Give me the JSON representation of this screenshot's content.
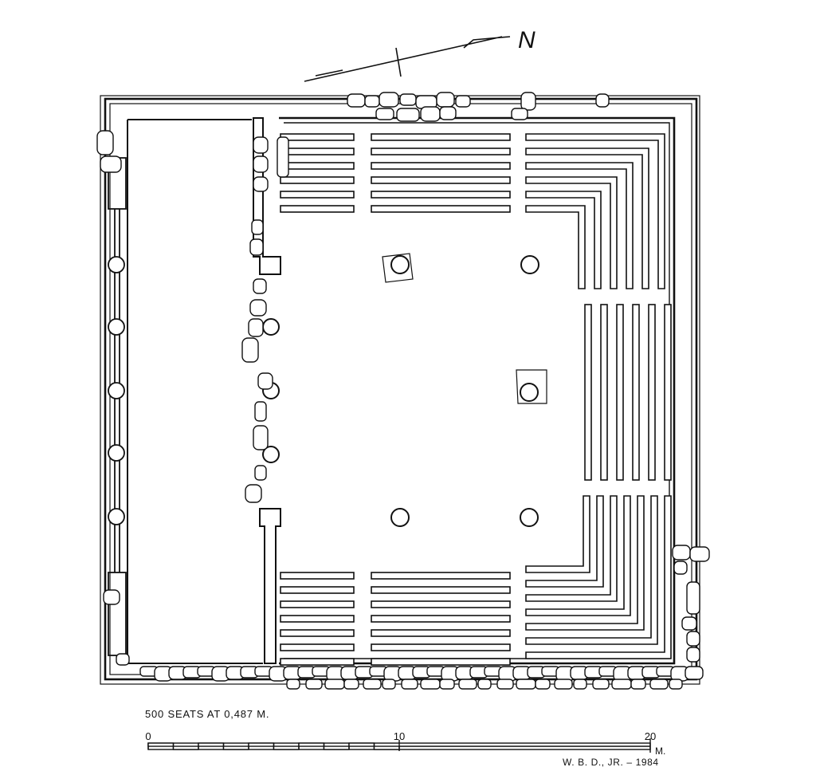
{
  "plan": {
    "north_label": "N",
    "caption": "500 SEATS AT 0,487 M.",
    "credit": "W. B. D., JR. – 1984"
  },
  "scale_bar": {
    "ticks": [
      "0",
      "10",
      "20"
    ],
    "unit": "M."
  },
  "colors": {
    "ink": "#111111",
    "paper": "#ffffff"
  }
}
